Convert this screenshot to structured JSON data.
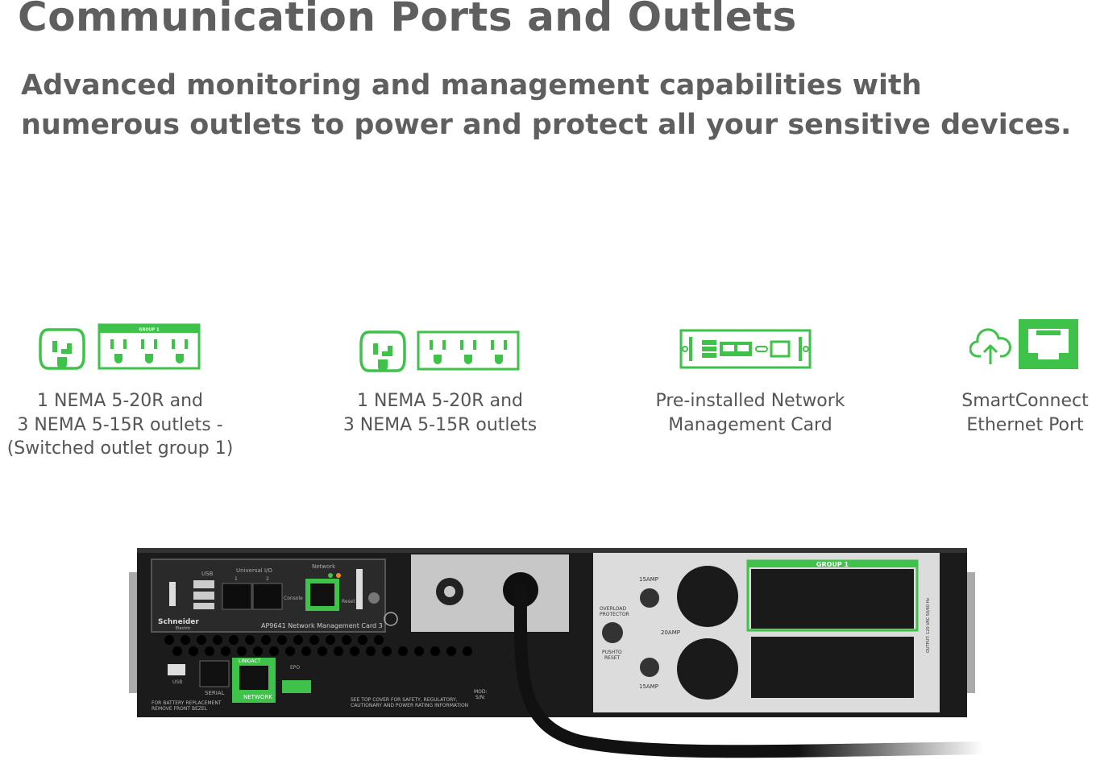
{
  "page": {
    "title": "Communication Ports and Outlets",
    "subtitle": "Advanced monitoring and management capabilities with numerous outlets to power and protect all your sensitive devices."
  },
  "colors": {
    "accent_green": "#3ec24a",
    "heading_gray": "#5f5f5f",
    "text_gray": "#555555"
  },
  "features": [
    {
      "caption": "1 NEMA 5-20R and\n3 NEMA 5-15R outlets -\n(Switched outlet group 1)",
      "icons": [
        "nema-5-20r-outlet-icon",
        "nema-5-15r-outlet-strip-icon"
      ],
      "strip_label": "GROUP 1"
    },
    {
      "caption": "1 NEMA 5-20R and\n3 NEMA 5-15R outlets",
      "icons": [
        "nema-5-20r-outlet-icon",
        "nema-5-15r-outlet-strip-icon"
      ]
    },
    {
      "caption": "Pre-installed Network\nManagement Card",
      "icons": [
        "network-management-card-icon"
      ]
    },
    {
      "caption": "SmartConnect\nEthernet Port",
      "icons": [
        "cloud-upload-icon",
        "ethernet-port-icon"
      ]
    }
  ],
  "device": {
    "labels": {
      "usb_top": "USB",
      "universal_io": "Universal I/O",
      "network": "Network",
      "port1": "1",
      "port2": "2",
      "console": "Console",
      "reset": "Reset",
      "card_name": "AP9641 Network Management Card 3",
      "brand": "Schneider",
      "brand_sub": "Electric",
      "usb_bottom": "USB",
      "serial": "SERIAL",
      "link_act": "LINK/ACT",
      "network_port": "NETWORK",
      "epo": "EPO",
      "battery_note_1": "FOR BATTERY REPLACEMENT",
      "battery_note_2": "REMOVE FRONT BEZEL",
      "safety_note_1": "SEE TOP COVER FOR SAFETY, REGULATORY,",
      "safety_note_2": "CAUTIONARY AND POWER RATING INFORMATION",
      "mod": "MOD:",
      "sn": "S/N:",
      "amp15_top": "15AMP",
      "overload_1": "OVERLOAD",
      "overload_2": "PROTECTOR",
      "amp20": "20AMP",
      "pushto_1": "PUSHTO",
      "pushto_2": "RESET",
      "amp15_bottom": "15AMP",
      "group_label": "GROUP 1",
      "output_rating": "OUTPUT: 120 VAC 50/60 Hz"
    }
  }
}
